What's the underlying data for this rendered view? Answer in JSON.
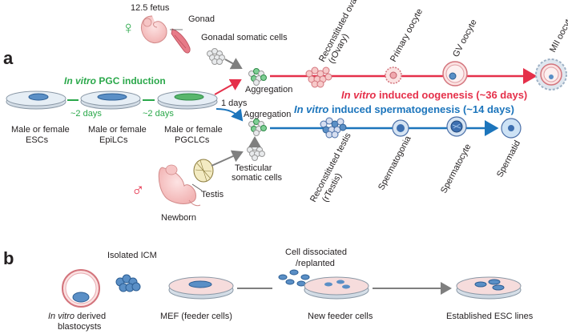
{
  "panel_a": {
    "letter": "a",
    "top_labels": {
      "fetus": "12.5 fetus",
      "gonad": "Gonad",
      "gonadal_somatic": "Gonadal somatic cells",
      "aggregation_top": "Aggregation",
      "aggregation_bottom": "Aggregation",
      "one_days": "1 days",
      "testicular_somatic_1": "Testicular",
      "testicular_somatic_2": "somatic cells",
      "testis": "Testis",
      "newborn": "Newborn"
    },
    "pgc_induction": {
      "italic": "In vitro",
      "rest": " PGC induction"
    },
    "days_left": "~2 days",
    "days_mid": "~2 days",
    "dishes": [
      {
        "line1": "Male or female",
        "line2": "ESCs"
      },
      {
        "line1": "Male or female",
        "line2": "EpiLCs"
      },
      {
        "line1": "Male or female",
        "line2": "PGCLCs"
      }
    ],
    "oogenesis_stages": [
      "Reconstituted ovary",
      "(rOvary)",
      "Primary oocyte",
      "GV oocyte",
      "MII oocyte"
    ],
    "oogenesis_title": {
      "italic": "In vitro",
      "rest": " induced oogenesis (~36 days)"
    },
    "spermatogenesis_title": {
      "italic": "In vitro",
      "rest": " induced spermatogenesis (~14 days)"
    },
    "spermatogenesis_stages": [
      "Reconstituted testis",
      "(rTestis)",
      "Spermatogonia",
      "Spermatocyte",
      "Spermatid"
    ]
  },
  "panel_b": {
    "letter": "b",
    "isolated_icm": "Isolated ICM",
    "cell_dissociated_1": "Cell dissociated",
    "cell_dissociated_2": "/replanted",
    "blastocysts_italic": "In vitro",
    "blastocysts_rest": " derived",
    "blastocysts_line2": "blastocysts",
    "mef": "MEF (feeder cells)",
    "new_feeder": "New feeder cells",
    "established": "Established ESC lines"
  },
  "colors": {
    "green": "#2aa84a",
    "red": "#e5304a",
    "blue": "#1c75bc",
    "arrow_gray": "#7f7f7f",
    "female_symbol": "#2aa84a",
    "male_symbol": "#e5304a"
  }
}
